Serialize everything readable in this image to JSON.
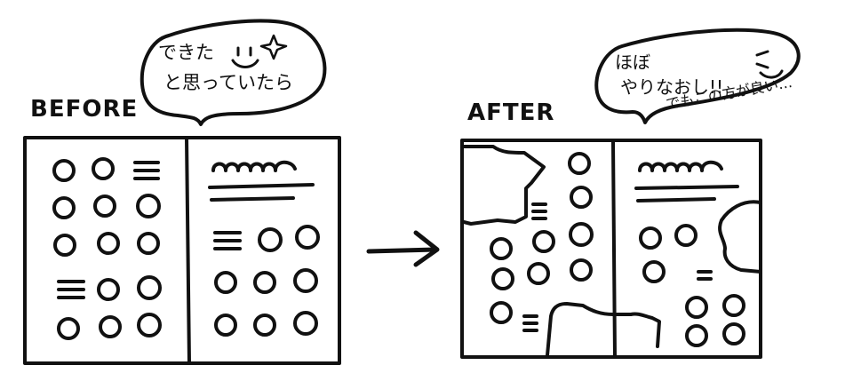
{
  "before": {
    "label": "BEFORE",
    "bubble_line1": "できた",
    "bubble_line2": "と思っていたら"
  },
  "after": {
    "label": "AFTER",
    "bubble_line1": "ほぼ",
    "bubble_line2": "やりなおし!!",
    "note": "でもこの方が良い…"
  },
  "colors": {
    "ink": "#111111",
    "paper": "#ffffff"
  }
}
